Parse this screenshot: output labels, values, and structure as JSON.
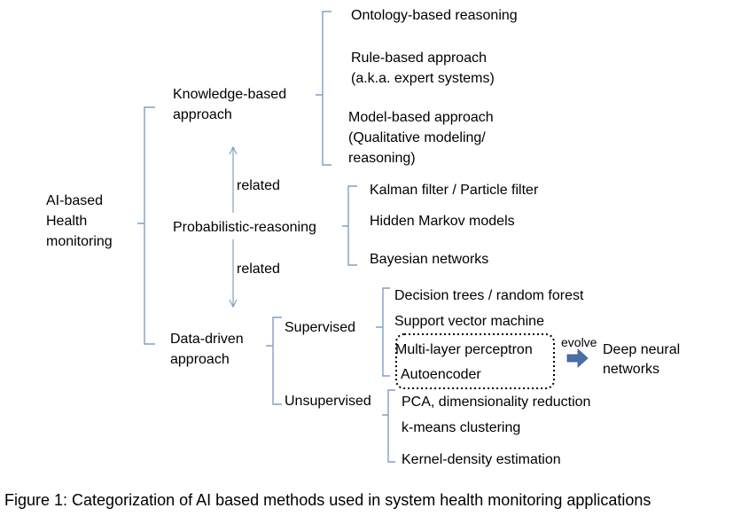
{
  "root": {
    "line1": "AI-based",
    "line2": "Health",
    "line3": "monitoring"
  },
  "categories": {
    "knowledge": {
      "line1": "Knowledge-based",
      "line2": "approach"
    },
    "probabilistic": {
      "label": "Probabilistic-reasoning"
    },
    "datadriven": {
      "line1": "Data-driven",
      "line2": "approach"
    }
  },
  "knowledge_methods": {
    "ontology": "Ontology-based reasoning",
    "rule_line1": "Rule-based approach",
    "rule_line2": "(a.k.a. expert systems)",
    "model_line1": "Model-based approach",
    "model_line2": "(Qualitative modeling/",
    "model_line3": "reasoning)"
  },
  "probabilistic_methods": {
    "kalman": "Kalman filter / Particle filter",
    "hmm": "Hidden Markov models",
    "bayes": "Bayesian networks"
  },
  "relations": {
    "upper": "related",
    "lower": "related"
  },
  "learning": {
    "supervised": "Supervised",
    "unsupervised": "Unsupervised"
  },
  "supervised_methods": {
    "trees": "Decision trees / random forest",
    "svm": "Support vector machine",
    "mlp": "Multi-layer perceptron",
    "autoencoder": "Autoencoder"
  },
  "unsupervised_methods": {
    "pca": "PCA, dimensionality reduction",
    "kmeans": "k-means clustering",
    "kde": "Kernel-density estimation"
  },
  "evolve": {
    "label": "evolve",
    "target_line1": "Deep neural",
    "target_line2": "networks"
  },
  "caption": "Figure 1: Categorization of AI based methods used in system health monitoring applications",
  "colors": {
    "bracket": "#7f9fc6",
    "arrow": "#4a6fa5",
    "text": "#000000"
  }
}
